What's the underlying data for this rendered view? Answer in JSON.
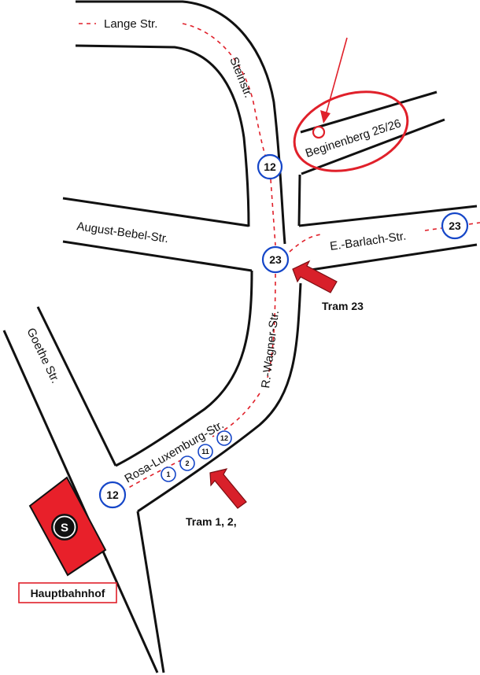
{
  "streets": {
    "lange": "Lange Str.",
    "stein": "Steinstr.",
    "beginenberg": "Beginenberg 25/26",
    "august_bebel": "August-Bebel-Str.",
    "barlach": "E.-Barlach-Str.",
    "wagner": "R.-Wagner-Str.",
    "goethe": "Goethe Str.",
    "rosa": "Rosa-Luxemburg-Str."
  },
  "stops": {
    "stein_12": "12",
    "junction_23": "23",
    "barlach_23": "23",
    "rosa_12": "12",
    "rosa_small": [
      "1",
      "2",
      "11",
      "12"
    ]
  },
  "labels": {
    "tram_23": "Tram 23",
    "tram_1_2": "Tram 1, 2,",
    "station": "Hauptbahnhof",
    "s_bahn": "S"
  },
  "colors": {
    "route": "#e0202a",
    "stop_ring": "#1546c8",
    "arrow": "#d8202a",
    "station_block": "#e8202a",
    "target_circle": "#e0202a"
  },
  "icons": {
    "s_bahn": "s-bahn-icon",
    "arrow": "arrow-icon",
    "target": "target-circle-icon"
  }
}
